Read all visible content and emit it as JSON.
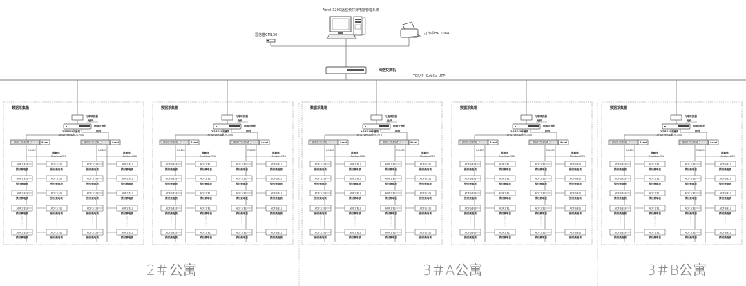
{
  "header": {
    "server_label": "Acrel-3200远程预付费电能管理系统",
    "sms_modem_label": "短信猫CM150",
    "printer_label": "打印机HP 108A",
    "switch_label": "网络交换机",
    "bus_protocol_label": "TCP/IP :Cat.5e UTP"
  },
  "icons": {
    "server": "desktop-computer-icon",
    "printer": "printer-icon",
    "modem": "sms-modem-icon",
    "switch": "network-switch-icon"
  },
  "panel_template": {
    "title": "数据采集箱",
    "converter_label": "光电转换器",
    "converter_sub": "光纤",
    "switch_label": "网络交换机",
    "switch_sub": "网线",
    "gateway_label": "ANet-2E4SM",
    "gateway_brand": "Acrel",
    "gateway_note_1": "2个RS485通讯",
    "gateway_note_2": "AF:STVMODBUS-RTU",
    "bus_label": "RS485",
    "bus_sub": "Modbus-RTU",
    "cable_label": "屏蔽线",
    "meter_label": "ADF1(EL)",
    "meter_sub": "预付费电表",
    "ellipsis": "⋮"
  },
  "panels": [
    {
      "id": "panel-1"
    },
    {
      "id": "panel-2"
    },
    {
      "id": "panel-3"
    },
    {
      "id": "panel-4"
    },
    {
      "id": "panel-5"
    }
  ],
  "footer": {
    "sections": [
      {
        "label": "2＃公寓"
      },
      {
        "label": "3＃A公寓"
      },
      {
        "label": "3＃B公寓"
      }
    ]
  }
}
